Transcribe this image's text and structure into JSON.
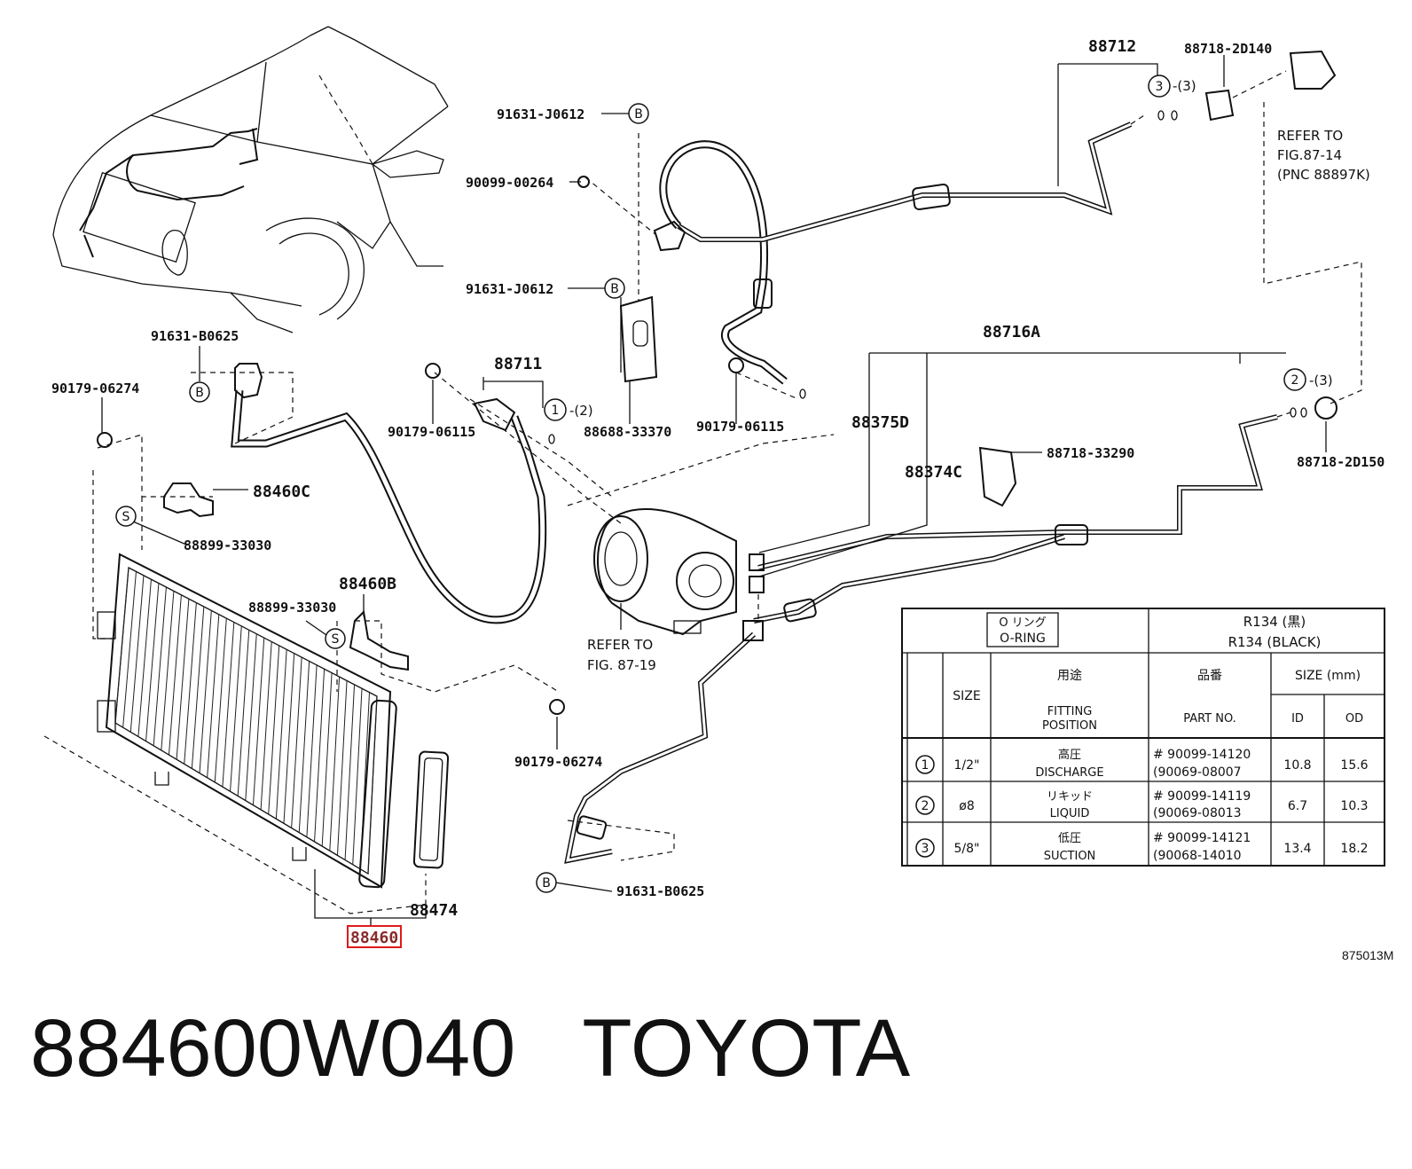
{
  "diagram": {
    "labels": {
      "p91631_J0612_top": "91631-J0612",
      "p90099_00264": "90099-00264",
      "p91631_J0612_mid": "91631-J0612",
      "p91631_B0625_left": "91631-B0625",
      "p90179_06274_left": "90179-06274",
      "p88711": "88711",
      "p90179_06115_left": "90179-06115",
      "p88688_33370": "88688-33370",
      "p90179_06115_right": "90179-06115",
      "p88712": "88712",
      "p88718_2D140": "88718-2D140",
      "p88716A": "88716A",
      "p88375D": "88375D",
      "p88374C": "88374C",
      "p88718_33290": "88718-33290",
      "p88718_2D150": "88718-2D150",
      "p88460C": "88460C",
      "p88899_33030_a": "88899-33030",
      "p88460B": "88460B",
      "p88899_33030_b": "88899-33030",
      "p90179_06274_right": "90179-06274",
      "p91631_B0625_bottom": "91631-B0625",
      "p88474": "88474",
      "p88460": "88460"
    },
    "circle_marks": {
      "B": "B",
      "S": "S",
      "one": "1",
      "two": "2",
      "three": "3",
      "qty1": "-(2)",
      "qty2": "-(3)",
      "qty3": "-(3)"
    },
    "refer_compressor": [
      "REFER TO",
      "FIG. 87-19"
    ],
    "refer_top": [
      "REFER TO",
      "FIG.87-14",
      "(PNC 88897K)"
    ],
    "diagram_code": "875013M",
    "highlighted_part": "88460"
  },
  "table": {
    "oring_jp": "O リング",
    "oring_en": "O-RING",
    "refrigerant_jp": "R134 (黒)",
    "refrigerant_en": "R134 (BLACK)",
    "col_size": "SIZE",
    "col_usage_jp": "用途",
    "col_fitting": [
      "FITTING",
      "POSITION"
    ],
    "col_part_jp": "品番",
    "col_part": "PART NO.",
    "col_size_mm": "SIZE (mm)",
    "col_id": "ID",
    "col_od": "OD",
    "rows": [
      {
        "mark": "1",
        "size": "1/2\"",
        "usage_jp": "高圧",
        "usage": "DISCHARGE",
        "part1": "# 90099-14120",
        "part2": "(90069-08007",
        "id": "10.8",
        "od": "15.6"
      },
      {
        "mark": "2",
        "size": "ø8",
        "usage_jp": "リキッド",
        "usage": "LIQUID",
        "part1": "# 90099-14119",
        "part2": "(90069-08013",
        "id": "6.7",
        "od": "10.3"
      },
      {
        "mark": "3",
        "size": "5/8\"",
        "usage_jp": "低圧",
        "usage": "SUCTION",
        "part1": "# 90099-14121",
        "part2": "(90068-14010",
        "id": "13.4",
        "od": "18.2"
      }
    ]
  },
  "footer": {
    "part_number": "884600W040",
    "brand": "TOYOTA"
  }
}
